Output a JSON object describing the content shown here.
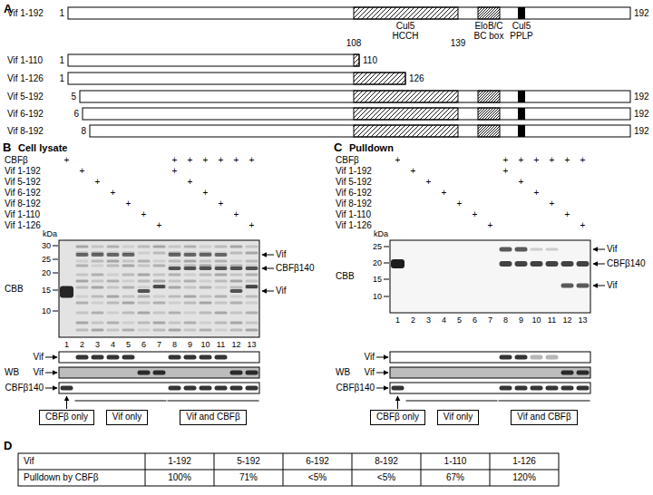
{
  "diagram": {
    "nodes": [
      {
        "text": [
          "CBFβ only"
        ]
      },
      {
        "text": [
          "Vif only"
        ]
      },
      {
        "text": [
          "Vif and CBFβ"
        ]
      },
      {
        "text": [
          "CBFβ only"
        ]
      },
      {
        "text": [
          "Vif only"
        ]
      },
      {
        "text": [
          "Vif and CBFβ"
        ]
      }
    ],
    "labels": [
      "A",
      "Vif 1-192",
      "1",
      "Cul5",
      "HCCH",
      "108",
      "139",
      "EloB/C",
      "BC box",
      "Cul5",
      "PPLP",
      "192",
      "Vif 1-110",
      "1",
      "110",
      "Vif 1-126",
      "1",
      "126",
      "Vif 5-192",
      "5",
      "192",
      "Vif 6-192",
      "6",
      "192",
      "Vif 8-192",
      "8",
      "192",
      "B",
      "Cell lysate",
      "CBFβ",
      "Vif 1-192",
      "Vif 5-192",
      "Vif 6-192",
      "Vif 8-192",
      "Vif 1-110",
      "Vif 1-126",
      "+",
      "+",
      "+",
      "+",
      "+",
      "+",
      "+",
      "+",
      "+",
      "+",
      "+",
      "+",
      "+",
      "+",
      "+",
      "+",
      "+",
      "+",
      "+",
      "kDa",
      "30",
      "25",
      "20",
      "15",
      "10",
      "CBB",
      "1",
      "2",
      "3",
      "4",
      "5",
      "6",
      "7",
      "8",
      "9",
      "10",
      "11",
      "12",
      "13",
      "Vif",
      "CBFβ140",
      "Vif",
      "WB",
      "Vif",
      "Vif",
      "CBFβ140",
      "C",
      "Pulldown",
      "CBFβ",
      "Vif 1-192",
      "Vif 5-192",
      "Vif 6-192",
      "Vif 8-192",
      "Vif 1-110",
      "Vif 1-126",
      "+",
      "+",
      "+",
      "+",
      "+",
      "+",
      "+",
      "+",
      "+",
      "+",
      "+",
      "+",
      "+",
      "+",
      "+",
      "+",
      "+",
      "+",
      "+",
      "kDa",
      "25",
      "20",
      "15",
      "10",
      "CBB",
      "1",
      "2",
      "3",
      "4",
      "5",
      "6",
      "7",
      "8",
      "9",
      "10",
      "11",
      "12",
      "13",
      "Vif",
      "CBFβ140",
      "Vif",
      "WB",
      "Vif",
      "Vif",
      "CBFβ140",
      "D",
      "Vif",
      "1-192",
      "5-192",
      "6-192",
      "8-192",
      "1-110",
      "1-126",
      "Pulldown by CBFβ",
      "100%",
      "71%",
      "<5%",
      "<5%",
      "67%",
      "120%"
    ]
  }
}
